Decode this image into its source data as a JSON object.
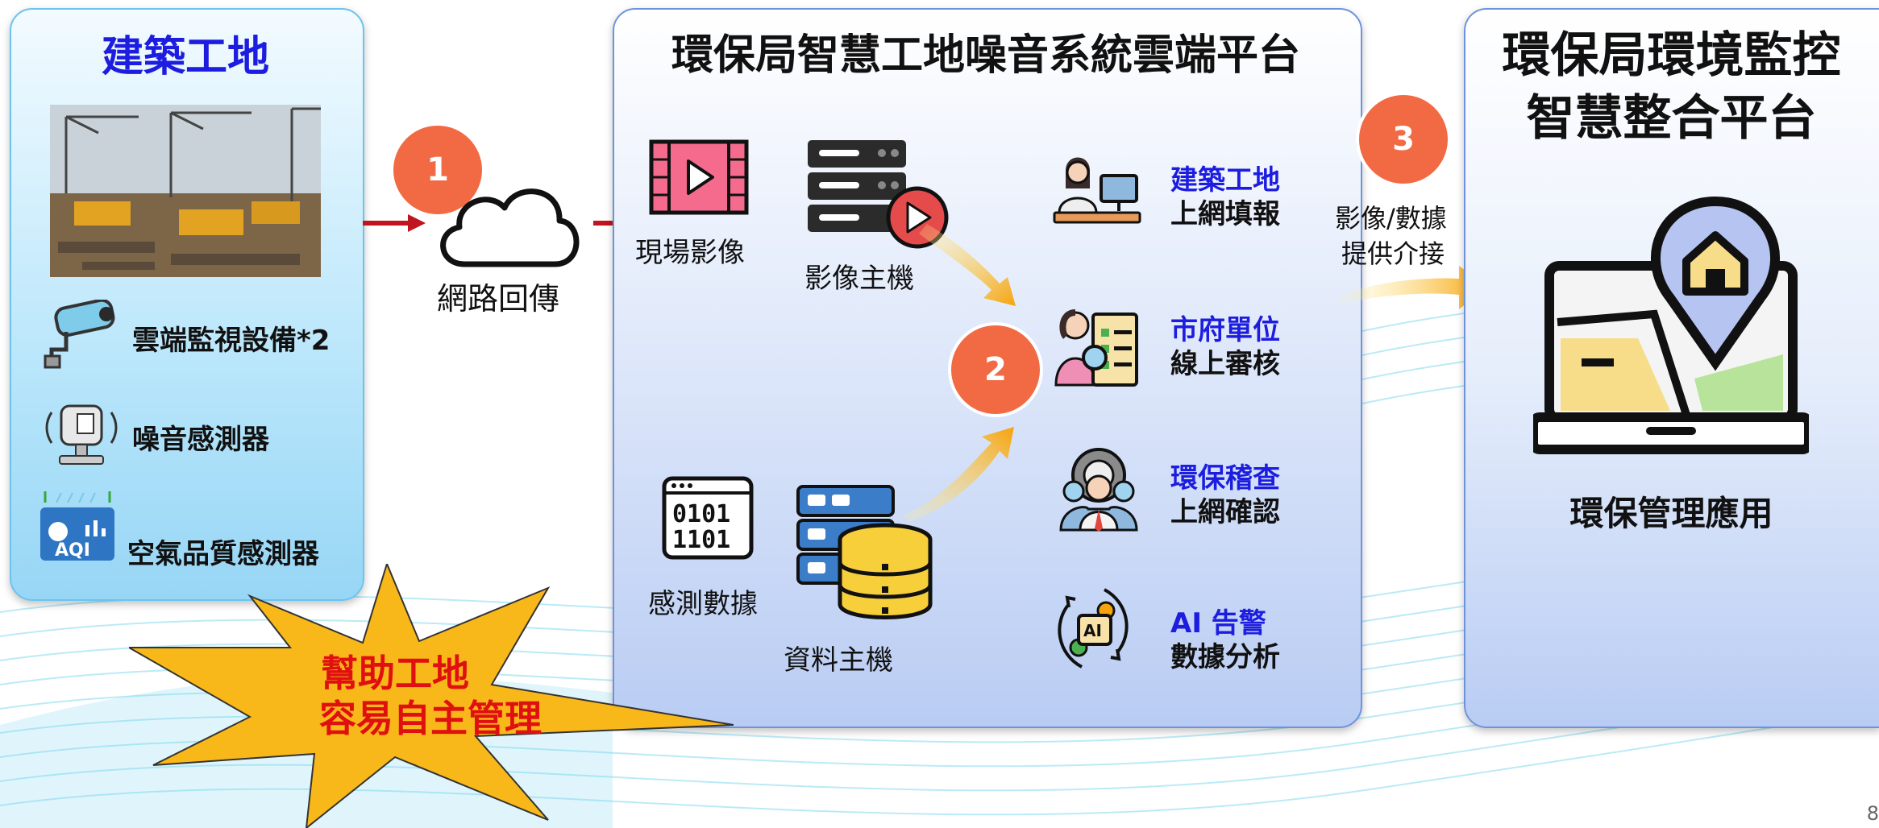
{
  "colors": {
    "accent_blue": "#1d1de0",
    "step_circle": "#f26a43",
    "star_fill": "#f9b81a",
    "star_text": "#e01010",
    "arrow_red": "#c0141e"
  },
  "left": {
    "title": "建築工地",
    "items": [
      {
        "icon": "cctv-camera-icon",
        "label": "雲端監視設備*2"
      },
      {
        "icon": "noise-sensor-icon",
        "label": "噪音感測器"
      },
      {
        "icon": "aqi-sensor-icon",
        "label": "空氣品質感測器"
      }
    ]
  },
  "steps": [
    "1",
    "2",
    "3"
  ],
  "cloud_label": "網路回傳",
  "middle": {
    "title": "環保局智慧工地噪音系統雲端平台",
    "video_label": "現場影像",
    "video_host_label": "影像主機",
    "sensor_label": "感測數據",
    "data_host_label": "資料主機",
    "functions": [
      {
        "icon": "staff-desk-icon",
        "line1": "建築工地",
        "line2": "上網填報"
      },
      {
        "icon": "review-checklist-icon",
        "line1": "市府單位",
        "line2": "線上審核"
      },
      {
        "icon": "team-gear-icon",
        "line1": "環保稽查",
        "line2": "上網確認"
      },
      {
        "icon": "ai-chip-icon",
        "line1": "AI 告警",
        "line2": "數據分析"
      }
    ]
  },
  "provide_label": {
    "line1": "影像/數據",
    "line2": "提供介接"
  },
  "right": {
    "title_line1": "環保局環境監控",
    "title_line2": "智慧整合平台",
    "app_label": "環保管理應用"
  },
  "burst": {
    "line1": "幫助工地",
    "line2": "容易自主管理"
  },
  "page_number": "8"
}
